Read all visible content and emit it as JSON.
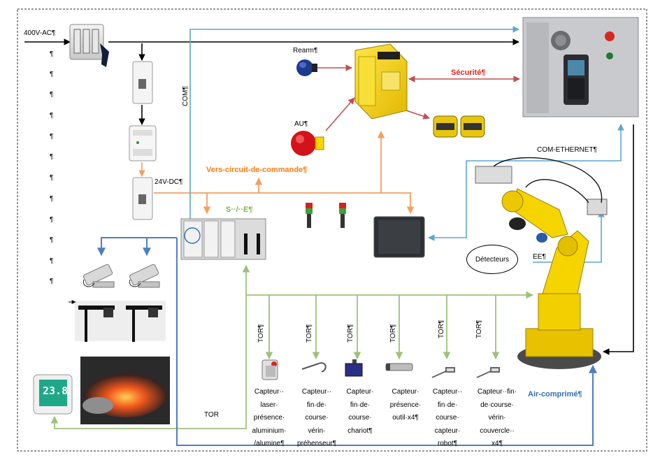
{
  "labels": {
    "power_in": "400V-AC¶",
    "rearm": "Rearm¶",
    "au": "AU¶",
    "securite": "Sécurité¶",
    "com": "COM¶",
    "com_ethernet": "COM-ETHERNET¶",
    "dc24": "24V-DC¶",
    "vers_circuit": "Vers-circuit-de-commande¶",
    "s_e": "S··/··E¶",
    "detecteurs": "Détecteurs",
    "ee": "EE¶",
    "air": "Air-comprimé¶",
    "tor_bottom": "TOR",
    "pilcrow": "¶",
    "tor_vertical": "TOR¶"
  },
  "sensors": [
    {
      "label": "Capteur··\nlaser·\nprésence·\naluminium·\n/alumine¶"
    },
    {
      "label": "Capteur··\nfin·de·\ncourse·\nvérin·\npréhenseur¶"
    },
    {
      "label": "Capteur·\nfin·de·\ncourse·\nchariot¶"
    },
    {
      "label": "Capteur·\nprésence·\noutil·x4¶"
    },
    {
      "label": "Capteur··\nfin·de·\ncourse·\ncapteur·\nrobot¶"
    },
    {
      "label": "Capteur··fin·\nde·course·\nvérin·\ncouvercle··\nx4¶"
    }
  ],
  "thermostat": {
    "display": "23.8"
  },
  "colors": {
    "orange": "#f0a060",
    "green": "#9cc27a",
    "blue": "#4f7fc0",
    "light_blue": "#5ea6cf",
    "red": "#c0504d",
    "yellow": "#f2d21e",
    "black": "#000000"
  }
}
